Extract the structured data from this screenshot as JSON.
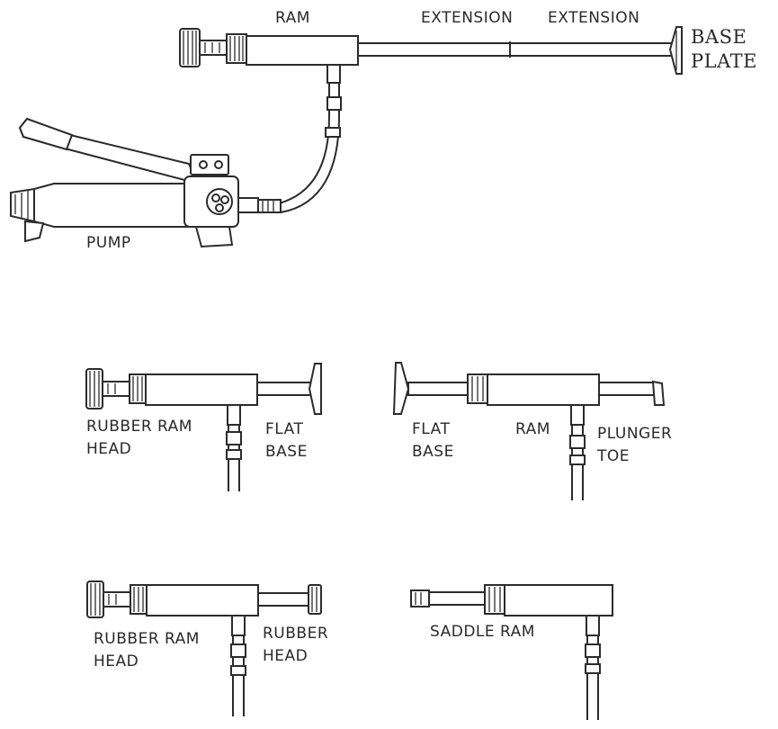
{
  "diagram": {
    "top_assembly": {
      "ram_label": "RAM",
      "extension_label_1": "EXTENSION",
      "extension_label_2": "EXTENSION",
      "base_plate_label": "BASE\nPLATE",
      "pump_label": "PUMP"
    },
    "config_a": {
      "rubber_ram_head_label": "RUBBER RAM\nHEAD",
      "flat_base_label": "FLAT\nBASE"
    },
    "config_b": {
      "flat_base_label": "FLAT\nBASE",
      "ram_label": "RAM",
      "plunger_toe_label": "PLUNGER\nTOE"
    },
    "config_c": {
      "rubber_ram_head_label": "RUBBER RAM\nHEAD",
      "rubber_head_label": "RUBBER\nHEAD"
    },
    "config_d": {
      "saddle_ram_label": "SADDLE RAM"
    }
  }
}
